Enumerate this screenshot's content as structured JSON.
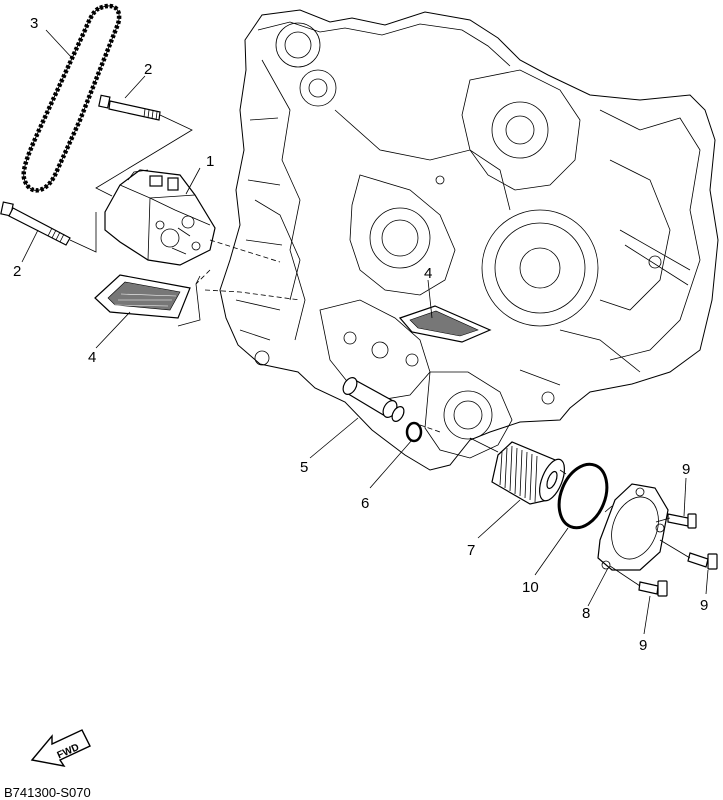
{
  "diagram": {
    "callouts": [
      {
        "id": "1",
        "text": "1"
      },
      {
        "id": "2a",
        "text": "2"
      },
      {
        "id": "2b",
        "text": "2"
      },
      {
        "id": "3",
        "text": "3"
      },
      {
        "id": "4a",
        "text": "4"
      },
      {
        "id": "4b",
        "text": "4"
      },
      {
        "id": "5",
        "text": "5"
      },
      {
        "id": "6",
        "text": "6"
      },
      {
        "id": "7",
        "text": "7"
      },
      {
        "id": "8",
        "text": "8"
      },
      {
        "id": "9a",
        "text": "9"
      },
      {
        "id": "9b",
        "text": "9"
      },
      {
        "id": "9c",
        "text": "9"
      },
      {
        "id": "10",
        "text": "10"
      }
    ],
    "fwd_label": "FWD",
    "drawing_code": "B741300-S070"
  }
}
